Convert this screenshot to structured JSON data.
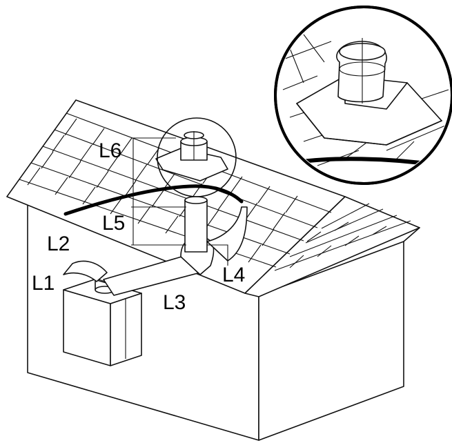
{
  "labels": {
    "l1": "L1",
    "l2": "L2",
    "l3": "L3",
    "l4": "L4",
    "l5": "L5",
    "l6": "L6"
  }
}
